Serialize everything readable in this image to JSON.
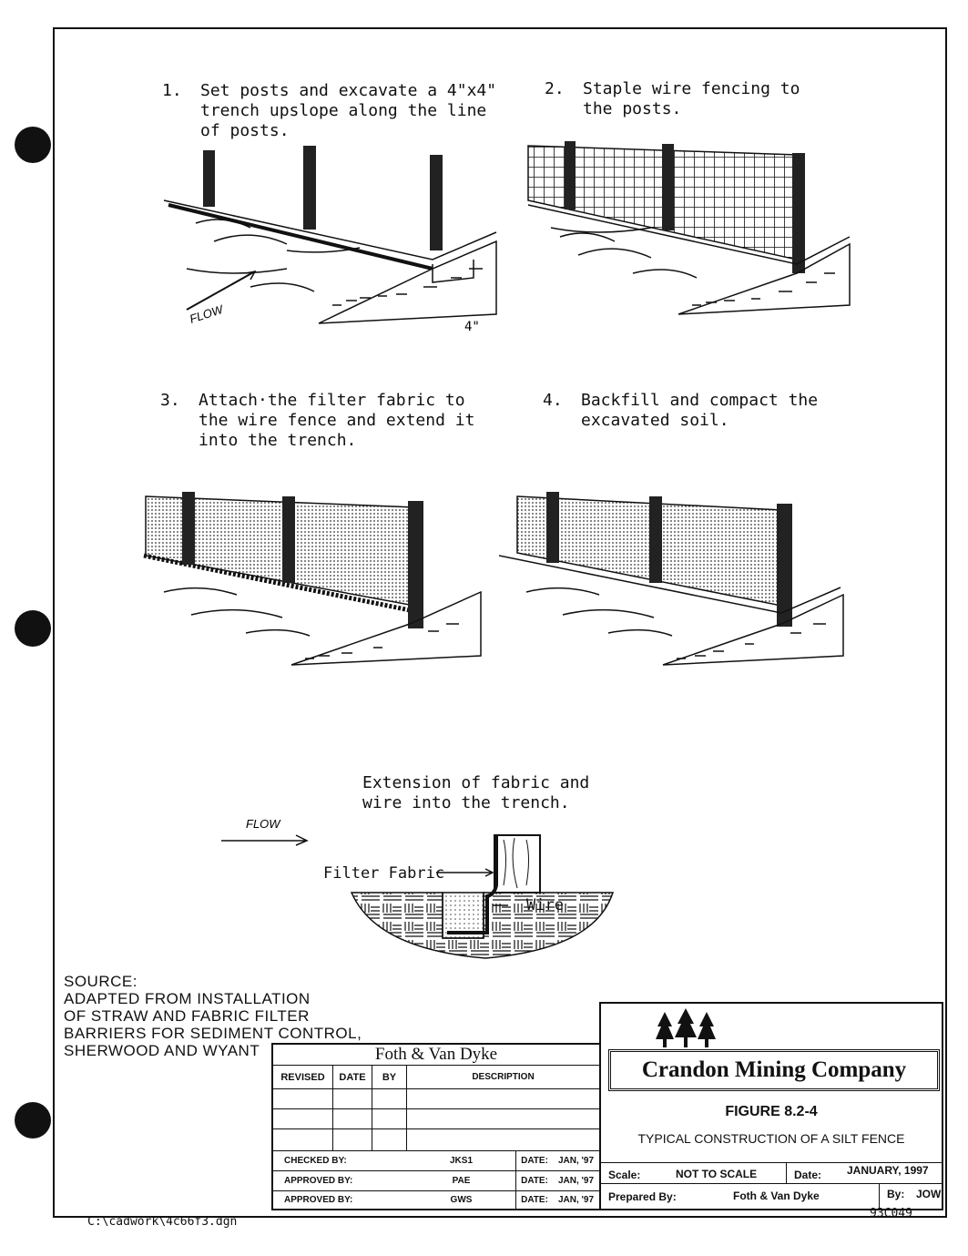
{
  "steps": [
    {
      "num": "1.",
      "text": "Set posts and excavate a 4\"x4\"\ntrench upslope along the line\nof posts."
    },
    {
      "num": "2.",
      "text": "Staple wire fencing to\nthe posts."
    },
    {
      "num": "3.",
      "text": "Attach·the filter fabric to\nthe wire fence and extend it\ninto the trench."
    },
    {
      "num": "4.",
      "text": "Backfill and compact the\nexcavated soil."
    }
  ],
  "labels": {
    "flow1": "FLOW",
    "dim": "4\"",
    "flow2": "FLOW",
    "detail_caption": "Extension of fabric and\nwire into the trench.",
    "filter_fabric": "Filter Fabric",
    "wire": "Wire"
  },
  "source": "SOURCE:\nADAPTED FROM INSTALLATION\nOF STRAW AND FABRIC FILTER\nBARRIERS FOR SEDIMENT CONTROL,\nSHERWOOD AND WYANT",
  "revision_block": {
    "firm": "Foth & Van Dyke",
    "headers": [
      "REVISED",
      "DATE",
      "BY",
      "DESCRIPTION"
    ],
    "signoffs": [
      {
        "role": "CHECKED BY:",
        "who": "JKS1",
        "date_label": "DATE:",
        "date": "JAN, '97"
      },
      {
        "role": "APPROVED BY:",
        "who": "PAE",
        "date_label": "DATE:",
        "date": "JAN, '97"
      },
      {
        "role": "APPROVED BY:",
        "who": "GWS",
        "date_label": "DATE:",
        "date": "JAN, '97"
      }
    ]
  },
  "title_block": {
    "company": "Crandon Mining Company",
    "figure": "FIGURE 8.2-4",
    "title": "TYPICAL CONSTRUCTION OF A SILT FENCE",
    "scale_label": "Scale:",
    "scale": "NOT TO SCALE",
    "date_label": "Date:",
    "date": "JANUARY, 1997",
    "prepared_label": "Prepared By:",
    "prepared": "Foth & Van Dyke",
    "by_label": "By:",
    "by": "JOW"
  },
  "footer": {
    "path": "C:\\cadwork\\4c66f3.dgn",
    "drawing_no": "93C049"
  }
}
